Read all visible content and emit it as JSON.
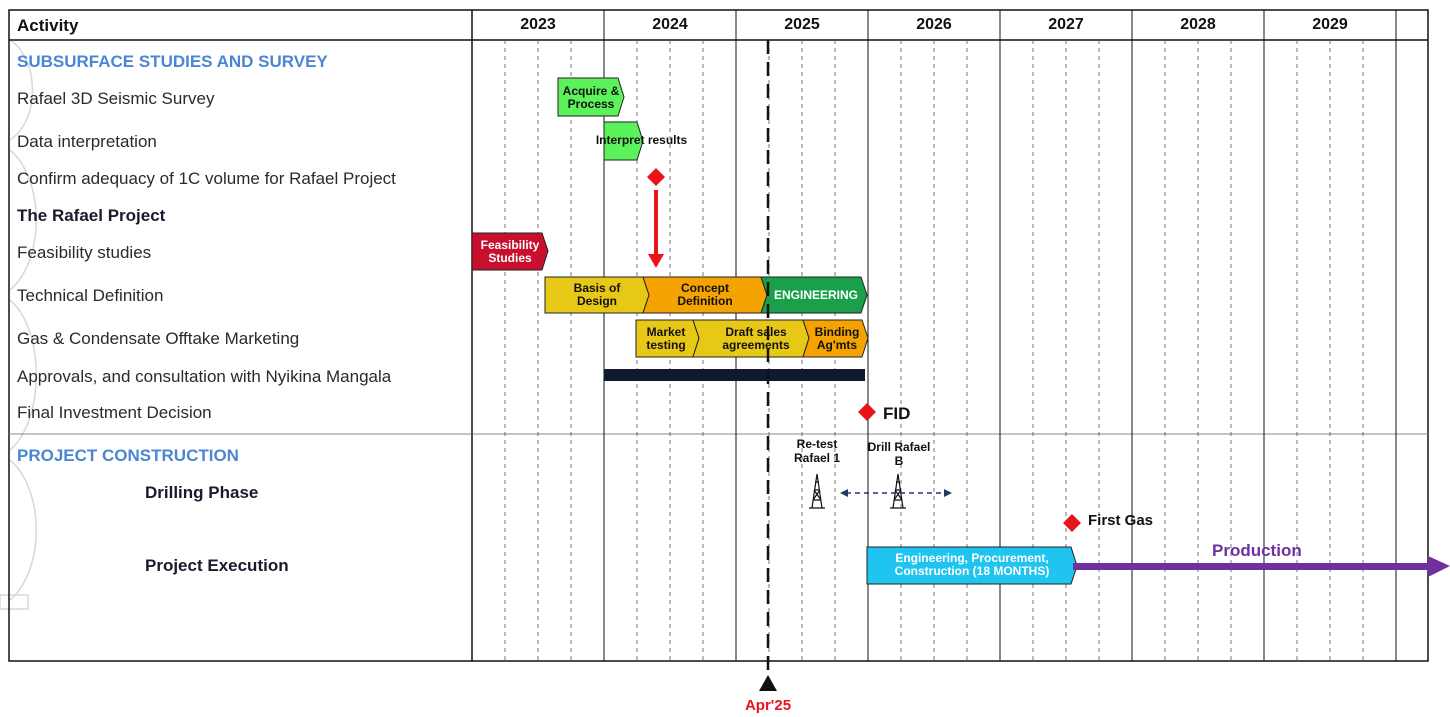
{
  "header": {
    "activity": "Activity"
  },
  "years": [
    "2023",
    "2024",
    "2025",
    "2026",
    "2027",
    "2028",
    "2029"
  ],
  "rows": [
    {
      "label": "SUBSURFACE STUDIES AND SURVEY",
      "style": "section"
    },
    {
      "label": "Rafael 3D Seismic Survey",
      "style": "normal"
    },
    {
      "label": "Data interpretation",
      "style": "normal"
    },
    {
      "label": "Confirm adequacy of 1C volume for Rafael Project",
      "style": "normal"
    },
    {
      "label": "The Rafael Project",
      "style": "bold"
    },
    {
      "label": "Feasibility studies",
      "style": "normal"
    },
    {
      "label": "Technical Definition",
      "style": "normal"
    },
    {
      "label": "Gas & Condensate Offtake Marketing",
      "style": "normal"
    },
    {
      "label": "Approvals, and consultation with Nyikina Mangala",
      "style": "normal"
    },
    {
      "label": "Final Investment Decision",
      "style": "normal"
    },
    {
      "label": "PROJECT CONSTRUCTION",
      "style": "section"
    },
    {
      "label": "Drilling Phase",
      "style": "bold-indent"
    },
    {
      "label": "Project Execution",
      "style": "bold-indent"
    }
  ],
  "bars": {
    "acquire": "Acquire & Process",
    "interpret": "Interpret results",
    "feasibility": "Feasibility Studies",
    "basis": "Basis of Design",
    "concept": "Concept Definition",
    "engineering": "ENGINEERING",
    "market": "Market testing",
    "draft": "Draft sales agreements",
    "binding": "Binding Ag'mts",
    "epc": "Engineering, Procurement, Construction (18 MONTHS)"
  },
  "annotations": {
    "fid": "FID",
    "retest": "Re-test Rafael 1",
    "drill": "Drill Rafael B",
    "first_gas": "First Gas",
    "production": "Production",
    "today": "Apr'25"
  },
  "colors": {
    "section": "#4a86d4",
    "milestone": "#e8141c",
    "feasibility": "#c8102e",
    "basis": "#e8c817",
    "concept": "#f4a300",
    "engineering": "#1aa04a",
    "green_light": "#5cf25c",
    "approvals": "#0f1a2e",
    "epc": "#20c4f0",
    "production": "#7030a0"
  }
}
